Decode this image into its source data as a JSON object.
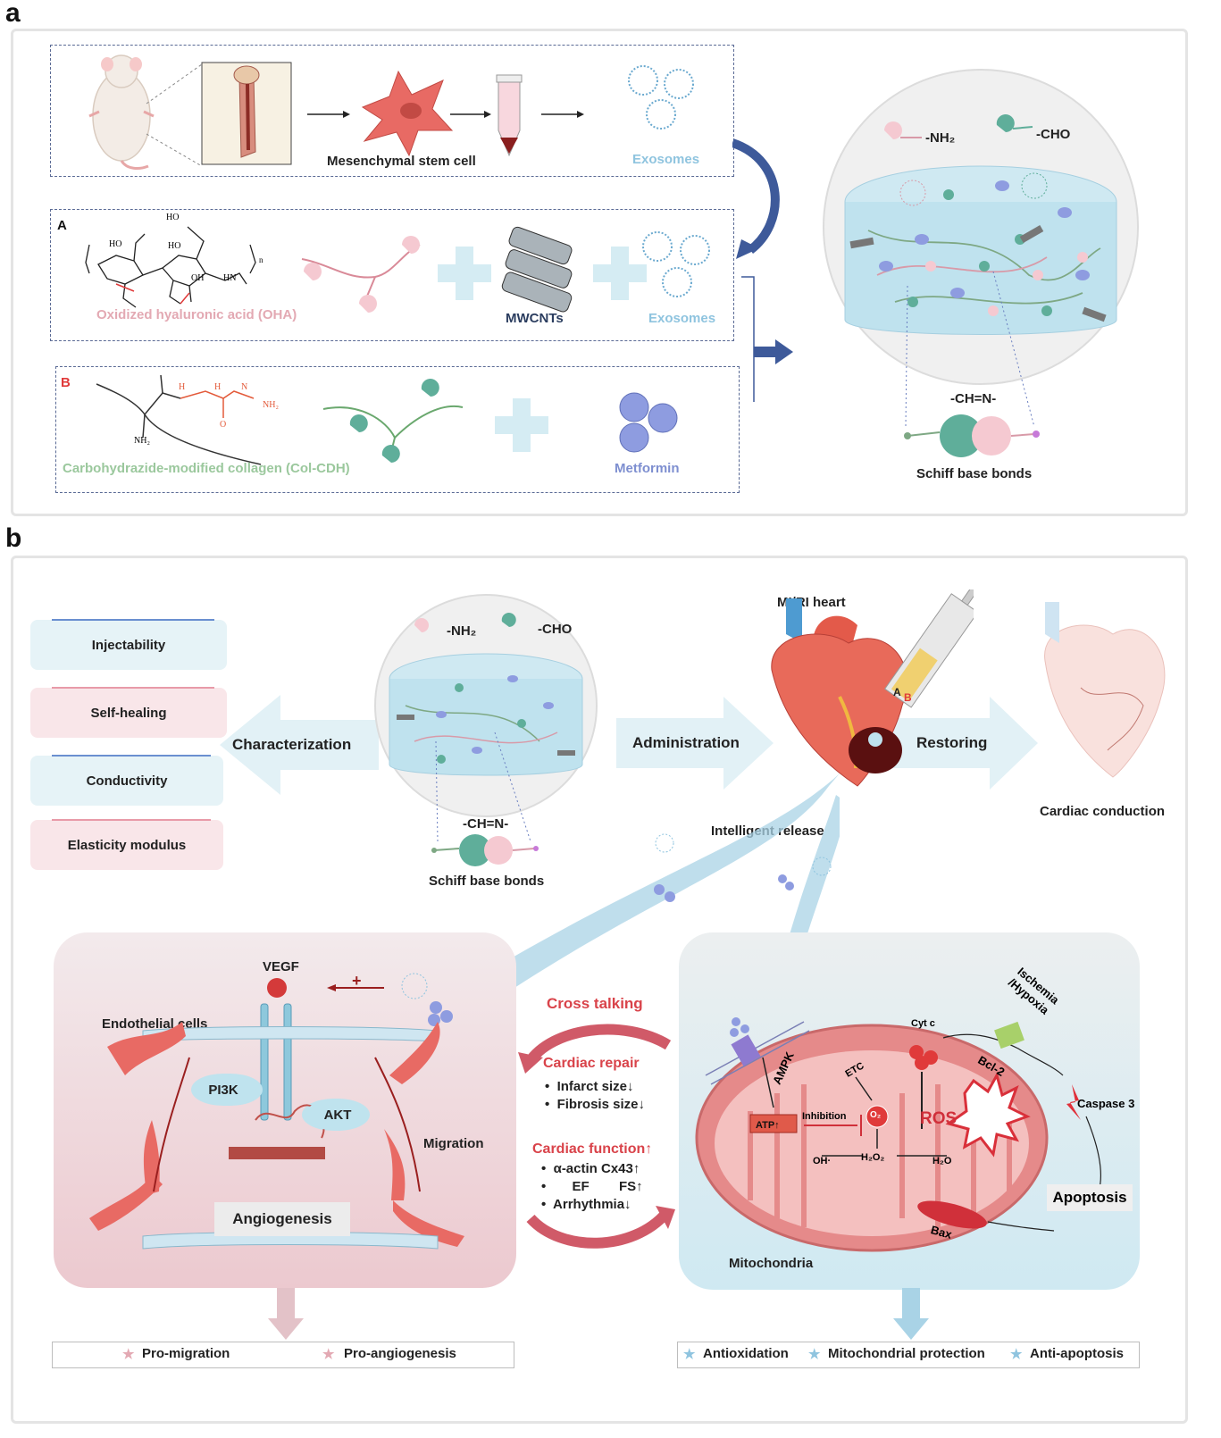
{
  "panel_a": {
    "letter": "a",
    "row1": {
      "msc_label": "Mesenchymal stem cell",
      "exo_label": "Exosomes"
    },
    "rowA": {
      "tag": "A",
      "oha_label": "Oxidized hyaluronic acid (OHA)",
      "cnt_label": "MWCNTs",
      "exo_label": "Exosomes"
    },
    "rowB": {
      "tag": "B",
      "col_label": "Carbohydrazide-modified collagen (Col-CDH)",
      "met_label": "Metformin"
    },
    "hydrogel": {
      "nh2": "-NH₂",
      "cho": "-CHO",
      "bond": "-CH=N-",
      "bond_label": "Schiff base bonds"
    },
    "chem_text": {
      "ho1": "HO",
      "ho2": "HO",
      "ho3": "HO",
      "oh": "OH",
      "hn": "HN",
      "n": "n",
      "o": "O",
      "h1": "H",
      "h2": "H",
      "nh2_chem": "NH₂",
      "n_h": "N",
      "nh2_chain": "NH₂"
    }
  },
  "panel_b": {
    "letter": "b",
    "properties": [
      "Injectability",
      "Self-healing",
      "Conductivity",
      "Elasticity modulus"
    ],
    "arrows": {
      "characterization": "Characterization",
      "administration": "Administration",
      "restoring": "Restoring"
    },
    "hydrogel": {
      "nh2": "-NH₂",
      "cho": "-CHO",
      "bond": "-CH=N-",
      "bond_label": "Schiff base bonds"
    },
    "heart": {
      "title": "MI/RI heart",
      "release": "Intelligent release",
      "syringe_a": "A",
      "syringe_b": "B"
    },
    "conduction": "Cardiac conduction",
    "endo": {
      "vegf": "VEGF",
      "plus": "+",
      "cells": "Endothelial cells",
      "pi3k": "PI3K",
      "akt": "AKT",
      "migration": "Migration",
      "angiogenesis": "Angiogenesis"
    },
    "cross": {
      "title": "Cross talking",
      "repair_title": "Cardiac repair",
      "repair_items": [
        "Infarct size↓",
        "Fibrosis size↓"
      ],
      "function_title": "Cardiac function↑",
      "function_items": [
        "α-actin Cx43↑",
        "EF        FS↑",
        "Arrhythmia↓"
      ]
    },
    "mito": {
      "label": "Mitochondria",
      "ampk": "AMPK",
      "atp": "ATP↑",
      "inhibition": "Inhibition",
      "etc": "ETC",
      "o2": "O₂",
      "ros": "ROS",
      "cytc": "Cyt c",
      "oh": "OH·",
      "h2o2": "H₂O₂",
      "h2o": "H₂O",
      "ischemia": "Ischemia\n/Hypoxia",
      "bcl2": "Bcl-2",
      "caspase": "Caspase 3",
      "apoptosis": "Apoptosis",
      "bax": "Bax"
    },
    "outcomes_left": [
      "Pro-migration",
      "Pro-angiogenesis"
    ],
    "outcomes_right": [
      "Antioxidation",
      "Mitochondrial protection",
      "Anti-apoptosis"
    ]
  },
  "colors": {
    "navy": "#3e5a9a",
    "pink": "#e8a3b0",
    "teal": "#5fae9a",
    "light_blue": "#8fc4df",
    "purple": "#7e8fd0",
    "red_accent": "#e03a3a",
    "panel_pink": "#f3dfe3",
    "panel_blue": "#d8eef5"
  }
}
